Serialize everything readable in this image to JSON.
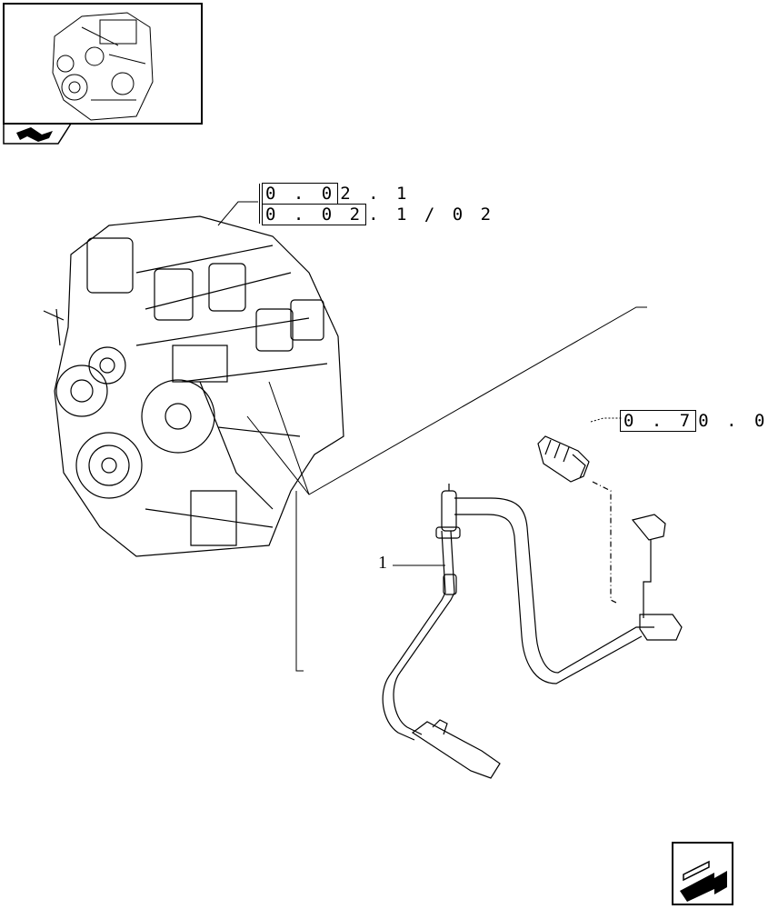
{
  "thumbnail": {
    "icon": "engine-thumbnail"
  },
  "references": [
    {
      "boxed": "0 . 0",
      "rest": "2 . 1"
    },
    {
      "boxed": "0 . 0 2",
      "rest": ". 1 / 0 2"
    },
    {
      "boxed": "0 . 7",
      "rest": "0 . 0"
    }
  ],
  "callouts": [
    {
      "label": "1"
    }
  ],
  "nav": {
    "icon": "next-page-arrow-icon"
  }
}
